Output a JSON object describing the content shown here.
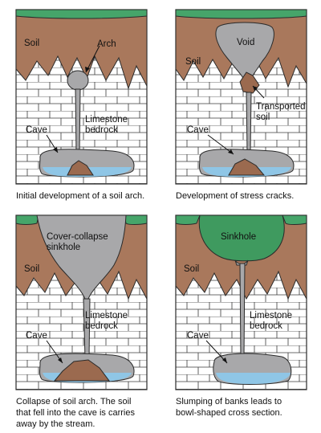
{
  "panels": [
    {
      "labels": {
        "soil": "Soil",
        "arch": "Arch",
        "cave": "Cave",
        "bedrock": "Limestone\nbedrock"
      },
      "caption": "Initial development of a soil arch."
    },
    {
      "labels": {
        "void": "Void",
        "soil": "Soil",
        "transported": "Transported\nsoil",
        "cave": "Cave"
      },
      "caption": "Development of stress cracks."
    },
    {
      "labels": {
        "sinkhole": "Cover-collapse\nsinkhole",
        "soil": "Soil",
        "bedrock": "Limestone\nbedrock",
        "cave": "Cave"
      },
      "caption": "Collapse of soil arch. The soil\nthat fell into the cave is carries\naway by the stream."
    },
    {
      "labels": {
        "sinkhole": "Sinkhole",
        "soil": "Soil",
        "bedrock": "Limestone\nbedrock",
        "cave": "Cave"
      },
      "caption": "Slumping of banks leads to\nbowl-shaped cross section."
    }
  ]
}
